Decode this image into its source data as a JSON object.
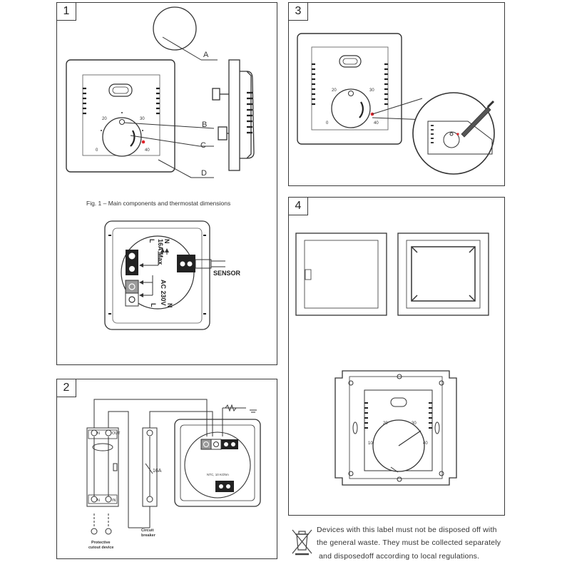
{
  "panels": {
    "p1": {
      "number": "1"
    },
    "p2": {
      "number": "2"
    },
    "p3": {
      "number": "3"
    },
    "p4": {
      "number": "4"
    }
  },
  "fig1": {
    "caption": "Fig. 1 – Main components and thermostat dimensions",
    "callouts": [
      "A",
      "B",
      "C",
      "D"
    ],
    "dial_labels": {
      "min": "0",
      "low": "20",
      "high": "30",
      "max": "40"
    },
    "wiring": {
      "n_top": "N",
      "l_top": "L",
      "load_rating": "16A Max",
      "supply": "AC 230V",
      "n_bottom": "N",
      "l_bottom": "L",
      "sensor": "SENSOR"
    }
  },
  "fig2": {
    "breaker_left": {
      "n": "N",
      "out": "OUT",
      "n2": "N",
      "in": "IN"
    },
    "fuse_rating": "16A",
    "ntc": "NTC, 10 KOhm",
    "protective": [
      "Protective",
      "cutout device"
    ],
    "circuit": [
      "Circuit",
      "breaker"
    ]
  },
  "fig3": {
    "dial_labels": {
      "min": "0",
      "low": "20",
      "high": "30",
      "max": "40"
    }
  },
  "fig4": {
    "dial_labels": {
      "min": "10",
      "low": "20",
      "high": "30",
      "max": "40"
    }
  },
  "disposal": {
    "lines": [
      "Devices with this label must not be disposed off with",
      "the general waste. They must be collected separately",
      "and disposedoff according to local regulations."
    ],
    "icon": "crossed-bin-icon"
  },
  "colors": {
    "line": "#3a3a3a",
    "indicator": "#e0242b",
    "terminal": "#222222"
  }
}
